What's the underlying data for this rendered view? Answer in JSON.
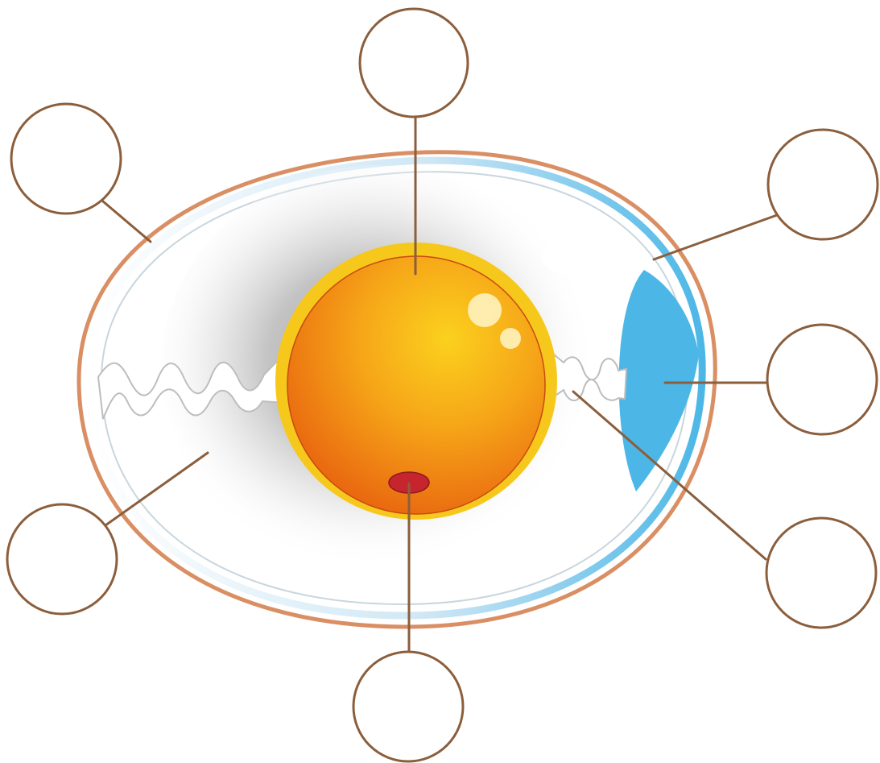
{
  "diagram": {
    "colors": {
      "shell": "#d98f63",
      "inner_membrane": "#c9dbe6",
      "air_cell": "#4cb7e6",
      "albumen_shadow": "#bfbfbf",
      "yolk_outer": "#f7c81c",
      "yolk_center": "#f9c218",
      "yolk_edge": "#ea6a0f",
      "germinal_disc": "#c6252d",
      "chalaza": "#ffffff",
      "leader_line": "#8b5e3c",
      "label_circle_stroke": "#8b5e3c"
    },
    "labels": [
      {
        "id": "yolk",
        "text": ""
      },
      {
        "id": "shell",
        "text": ""
      },
      {
        "id": "shell-membrane",
        "text": ""
      },
      {
        "id": "air-cell",
        "text": ""
      },
      {
        "id": "chalaza",
        "text": ""
      },
      {
        "id": "albumen",
        "text": ""
      },
      {
        "id": "germinal-disc",
        "text": ""
      }
    ]
  }
}
